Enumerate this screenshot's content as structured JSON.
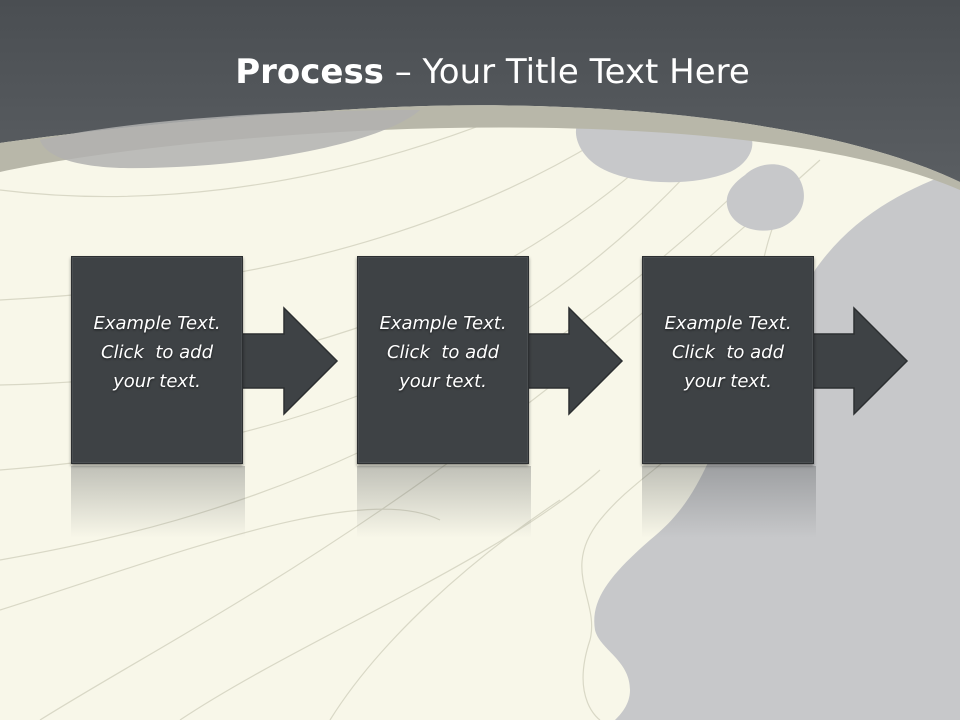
{
  "title": {
    "strong": "Process",
    "light": " – Your Title Text Here"
  },
  "steps": [
    {
      "line1": "Example Text.",
      "line2": "Click  to add",
      "line3": "your text."
    },
    {
      "line1": "Example Text.",
      "line2": "Click  to add",
      "line3": "your text."
    },
    {
      "line1": "Example Text.",
      "line2": "Click  to add",
      "line3": "your text."
    }
  ],
  "colors": {
    "header": "#4f5357",
    "background": "#f8f7e9",
    "box": "#3e4245",
    "silhouette": "#c7c8ca"
  }
}
